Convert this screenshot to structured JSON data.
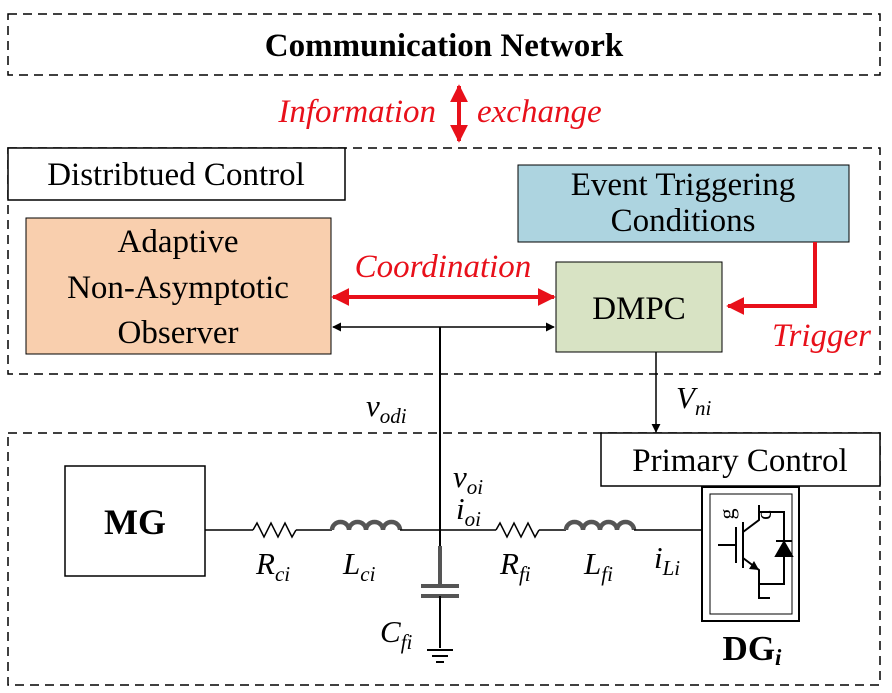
{
  "colors": {
    "red": "#e8101a",
    "observer_fill": "#f9cfae",
    "event_fill": "#add4e0",
    "dmpc_fill": "#d8e3c4",
    "inductor": "#555555"
  },
  "layers": {
    "communication": "Communication Network",
    "distributed": "Distribtued Control",
    "primary": "Primary Control"
  },
  "labels": {
    "information": "Information",
    "exchange": "exchange",
    "coordination": "Coordination",
    "trigger": "Trigger"
  },
  "blocks": {
    "observer": [
      "Adaptive",
      "Non-Asymptotic",
      "Observer"
    ],
    "event": [
      "Event Triggering",
      "Conditions"
    ],
    "dmpc": "DMPC",
    "mg": "MG",
    "dg": {
      "base": "DG",
      "sub": "i"
    }
  },
  "signals": {
    "vodi": {
      "base": "v",
      "sub": "odi"
    },
    "vni": {
      "base": "V",
      "sub": "ni"
    },
    "voi": {
      "base": "v",
      "sub": "oi"
    },
    "ioi": {
      "base": "i",
      "sub": "oi"
    },
    "iLi": {
      "base": "i",
      "sub": "Li"
    }
  },
  "components": {
    "rci": {
      "base": "R",
      "sub": "ci"
    },
    "lci": {
      "base": "L",
      "sub": "ci"
    },
    "rfi": {
      "base": "R",
      "sub": "fi"
    },
    "lfi": {
      "base": "L",
      "sub": "fi"
    },
    "cfi": {
      "base": "C",
      "sub": "fi"
    }
  },
  "igbt": {
    "gate": "g",
    "collector": "c"
  }
}
